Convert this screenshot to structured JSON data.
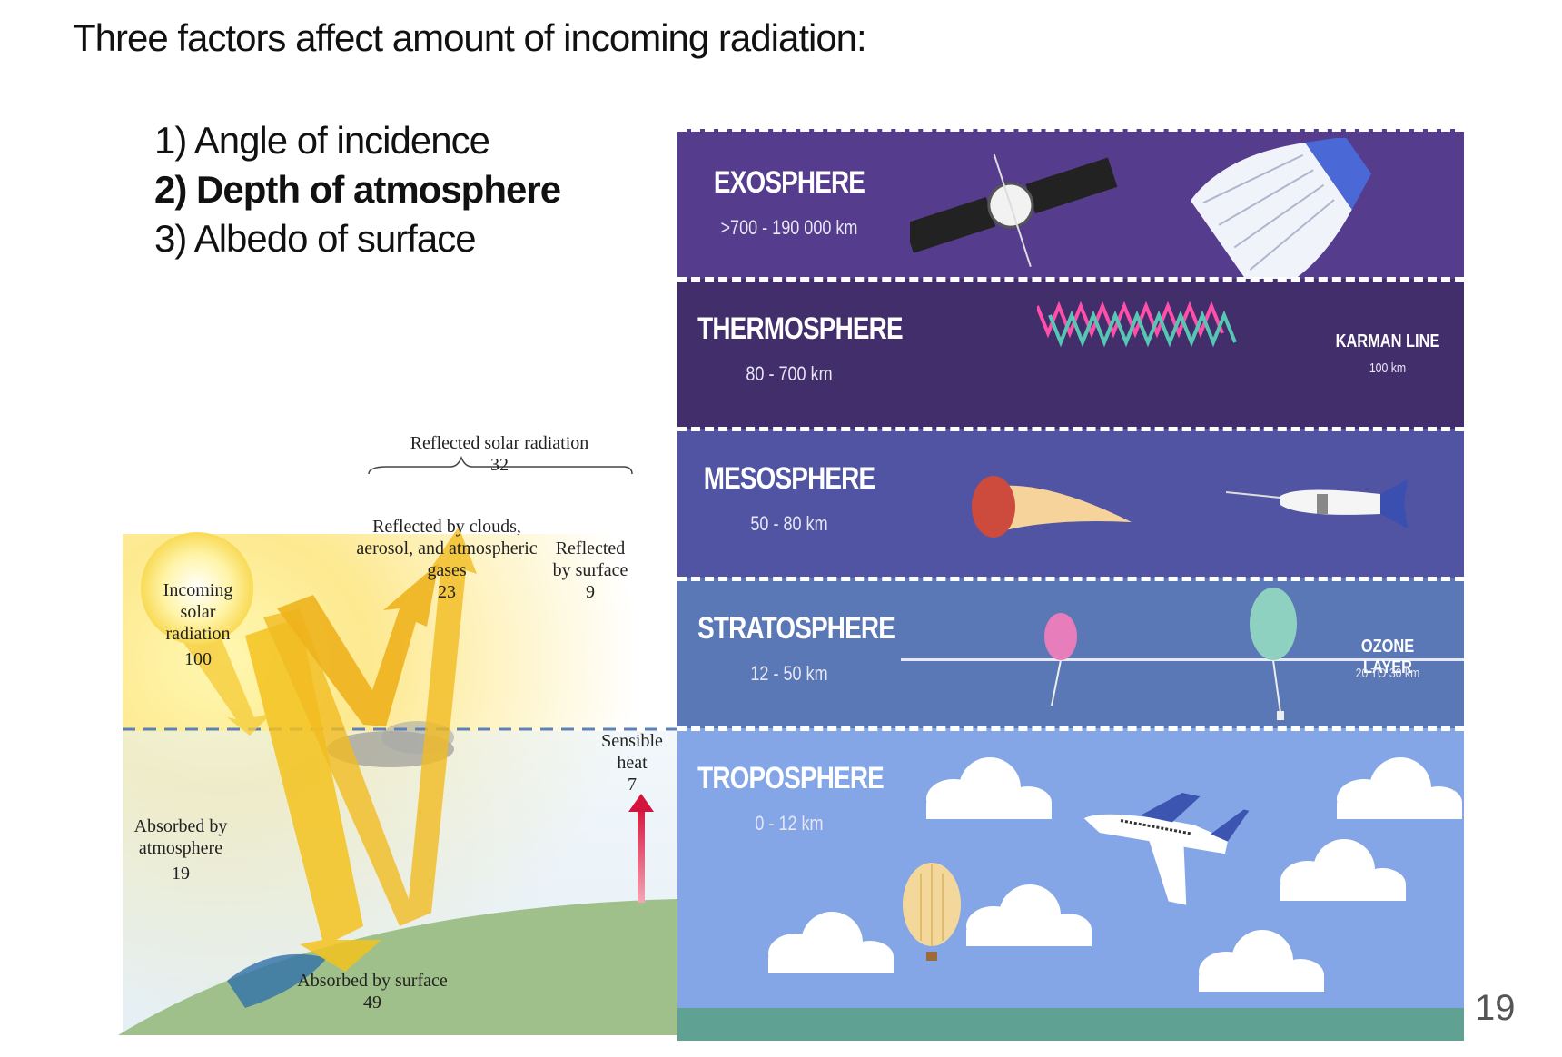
{
  "slide": {
    "title": "Three factors affect amount of incoming radiation:",
    "factors": [
      "1) Angle of incidence",
      "2) Depth of atmosphere",
      "3) Albedo of surface"
    ],
    "page_number": "19"
  },
  "energy_diagram": {
    "reflected_total_label": "Reflected solar radiation",
    "reflected_total_value": "32",
    "reflected_clouds_label": "Reflected by clouds, aerosol, and atmospheric gases",
    "reflected_clouds_value": "23",
    "reflected_surface_label": "Reflected by surface",
    "reflected_surface_value": "9",
    "incoming_label": "Incoming solar radiation",
    "incoming_value": "100",
    "sensible_heat_label": "Sensible heat",
    "sensible_heat_value": "7",
    "absorbed_atmosphere_label": "Absorbed by atmosphere",
    "absorbed_atmosphere_value": "19",
    "absorbed_surface_label": "Absorbed by surface",
    "absorbed_surface_value": "49"
  },
  "atmosphere": {
    "layers": [
      {
        "name": "EXOSPHERE",
        "range": ">700 - 190 000 km",
        "color": "#553c8c"
      },
      {
        "name": "THERMOSPHERE",
        "range": "80 - 700 km",
        "color": "#432e6c"
      },
      {
        "name": "MESOSPHERE",
        "range": "50 - 80 km",
        "color": "#5154a2"
      },
      {
        "name": "STRATOSPHERE",
        "range": "12 - 50 km",
        "color": "#5b78b6"
      },
      {
        "name": "TROPOSPHERE",
        "range": "0 - 12 km",
        "color": "#84a6e6"
      }
    ],
    "karman_line": {
      "label": "KARMAN LINE",
      "altitude": "100 km"
    },
    "ozone_layer": {
      "label": "OZONE LAYER",
      "altitude": "20 TO 30 km"
    },
    "ground_color": "#5fa193"
  }
}
